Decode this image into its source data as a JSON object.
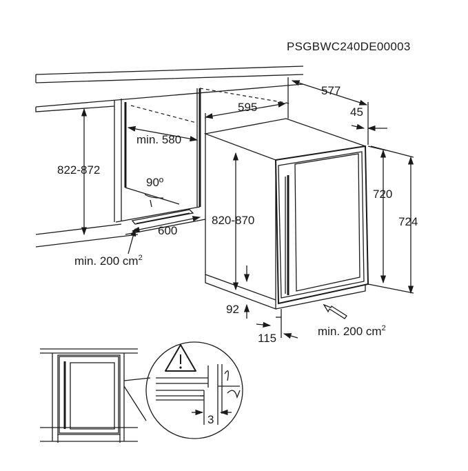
{
  "doc_code": "PSGBWC240DE00003",
  "dimensions": {
    "depth_total": "577",
    "width": "595",
    "door_offset": "45",
    "niche_depth": "min. 580",
    "niche_height": "822-872",
    "door_angle": "90º",
    "niche_width": "600",
    "vent_top_label": "min. 200 cm",
    "vent_top_sup": "2",
    "appliance_height": "820-870",
    "body_height": "720",
    "door_height": "724",
    "plinth_height": "92",
    "plinth_depth": "115",
    "vent_bottom_label": "min. 200 cm",
    "vent_bottom_sup": "2",
    "gap_detail": "3"
  },
  "icons": {
    "warning": "warning-triangle-icon"
  }
}
